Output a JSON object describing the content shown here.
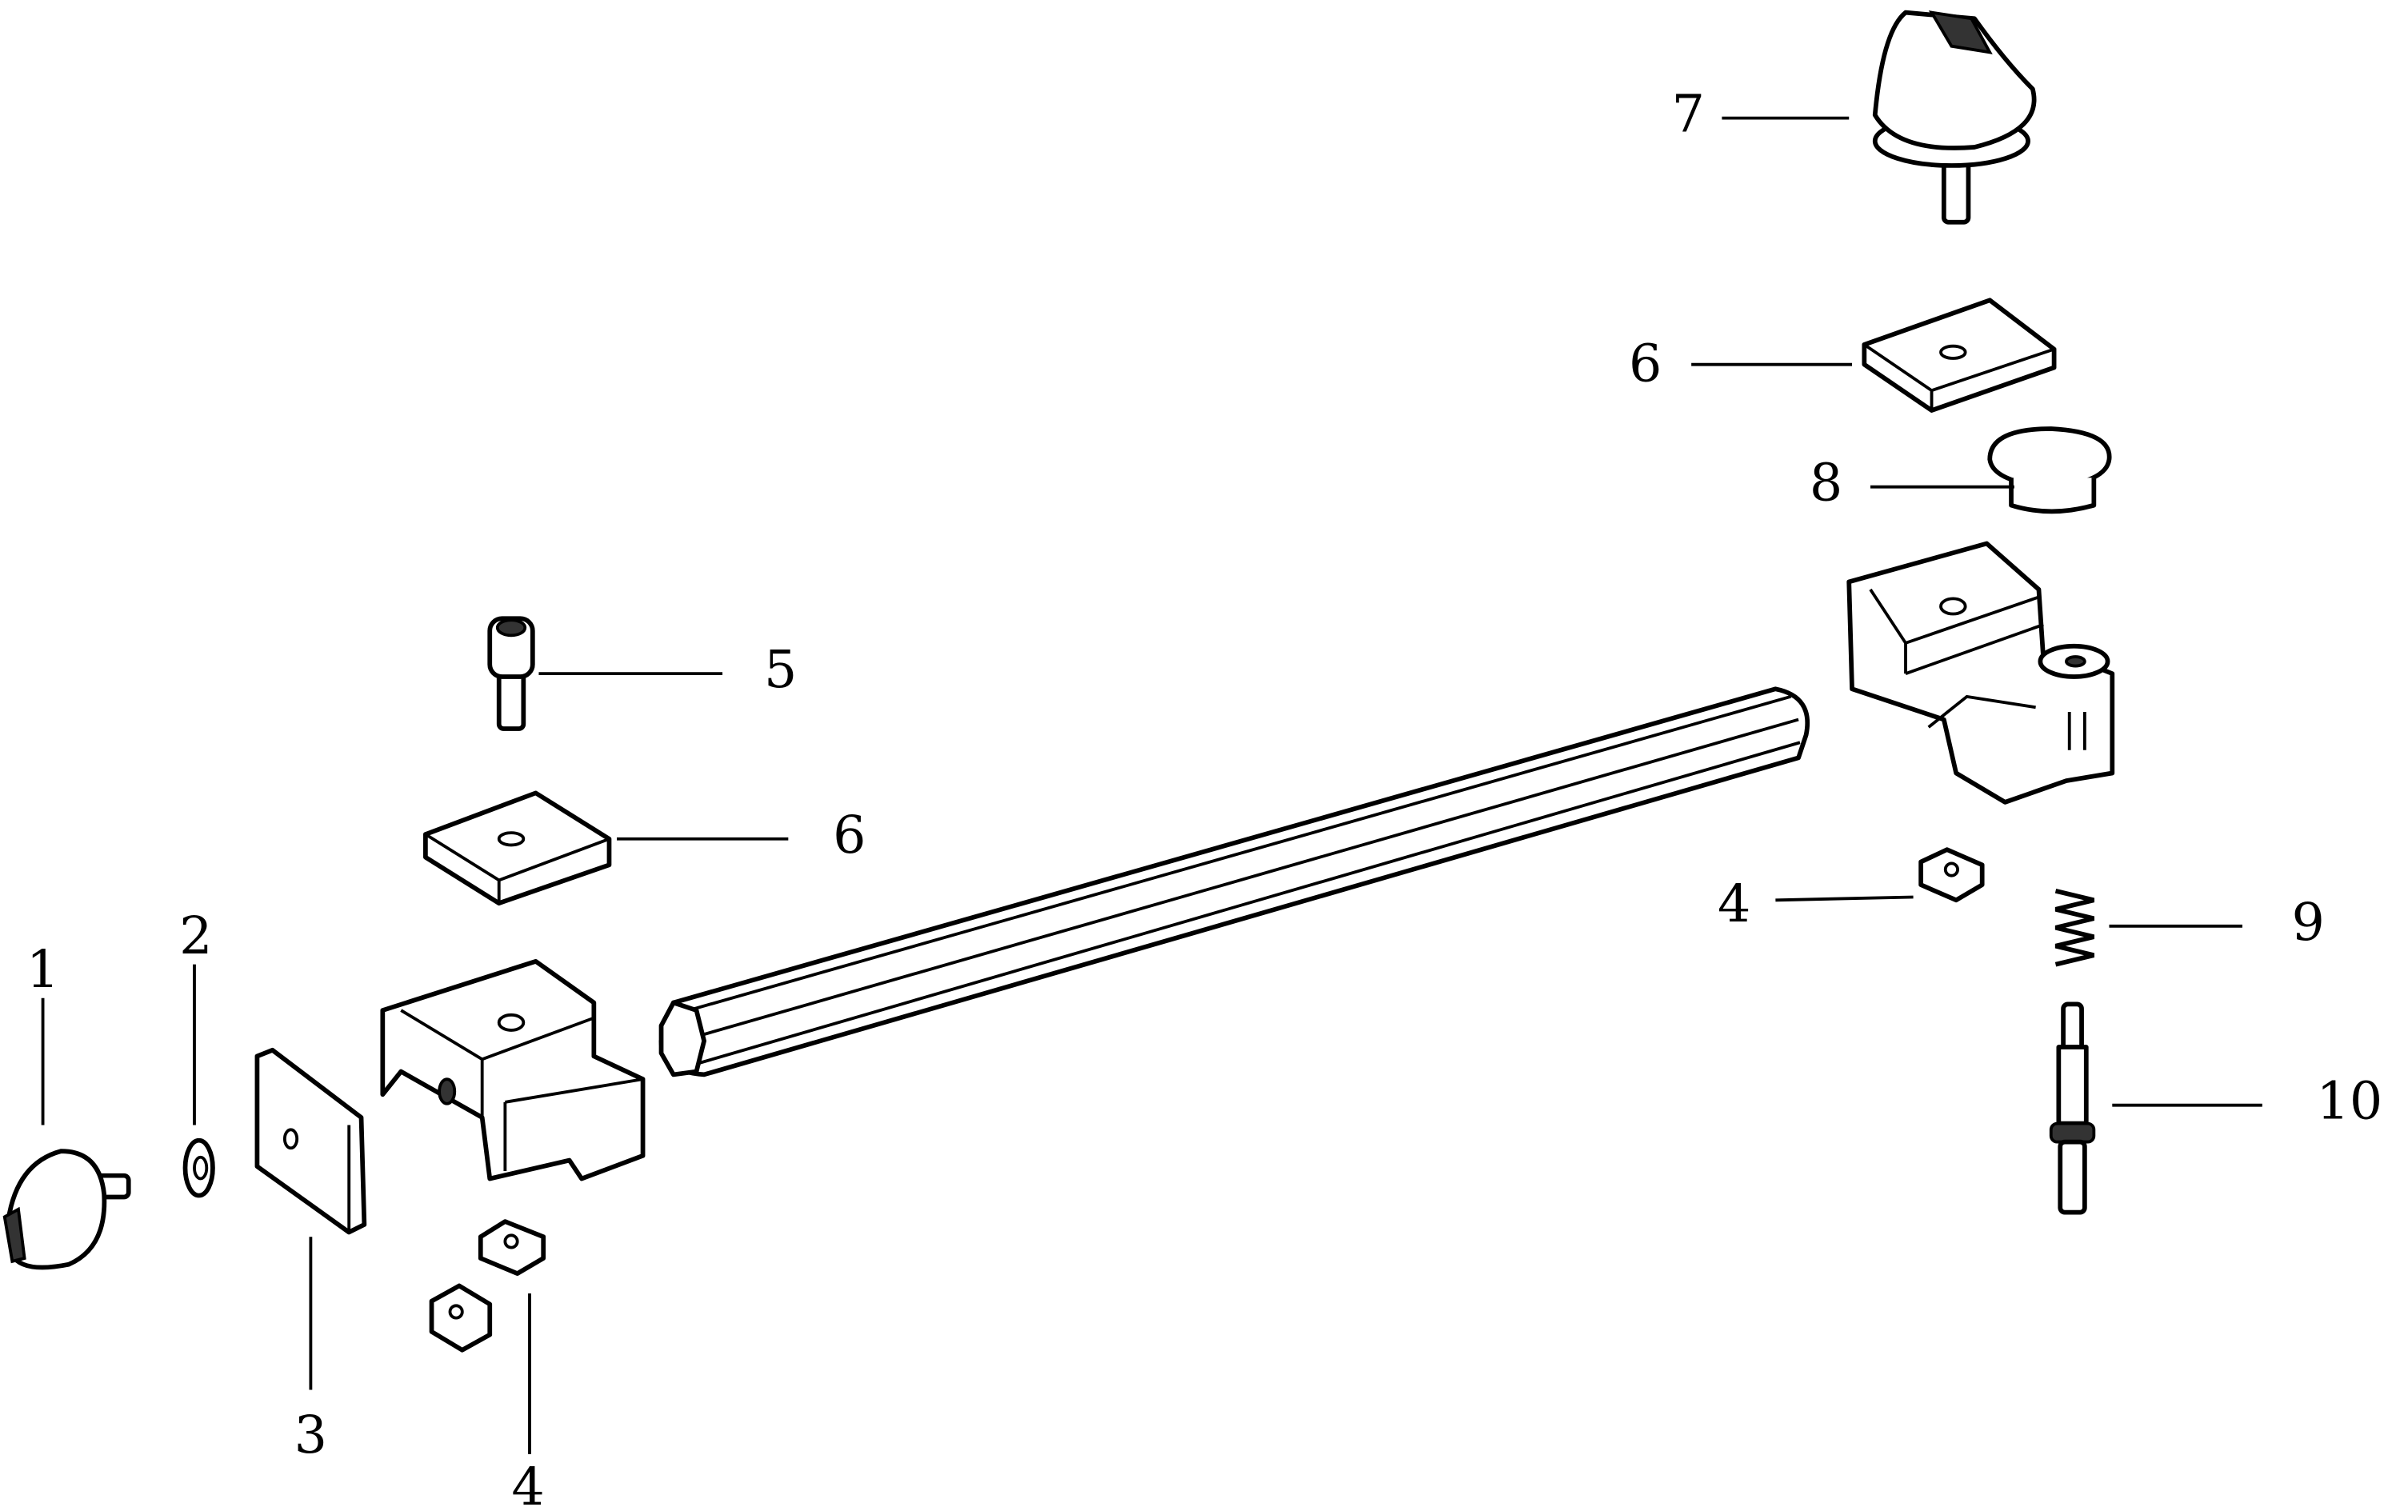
{
  "diagram": {
    "type": "exploded-parts-view",
    "callouts": [
      {
        "label": "1"
      },
      {
        "label": "2"
      },
      {
        "label": "3"
      },
      {
        "label": "4"
      },
      {
        "label": "5"
      },
      {
        "label": "6"
      },
      {
        "label": "7"
      },
      {
        "label": "6"
      },
      {
        "label": "8"
      },
      {
        "label": "4"
      },
      {
        "label": "9"
      },
      {
        "label": "10"
      }
    ],
    "colors": {
      "line": "#000000",
      "background": "#ffffff"
    }
  }
}
